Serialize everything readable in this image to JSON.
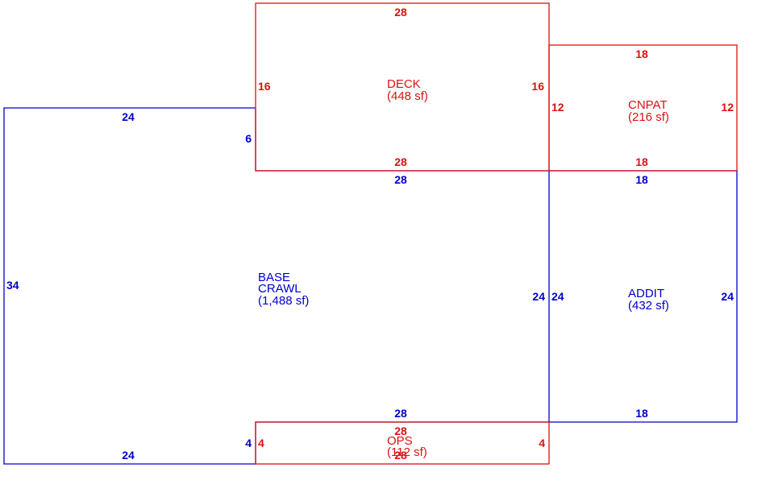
{
  "colors": {
    "blue": "#0000cc",
    "red": "#dd1111"
  },
  "areas": {
    "base": {
      "name1": "BASE",
      "name2": "CRAWL",
      "area": "(1,488 sf)"
    },
    "deck": {
      "name": "DECK",
      "area": "(448 sf)"
    },
    "cnpat": {
      "name": "CNPAT",
      "area": "(216 sf)"
    },
    "addit": {
      "name": "ADDIT",
      "area": "(432 sf)"
    },
    "ops": {
      "name": "OPS",
      "area": "(112 sf)"
    }
  },
  "dims": {
    "base_top_left": "24",
    "base_bottom_left": "24",
    "base_left": "34",
    "base_step": "6",
    "base_mid_top": "28",
    "base_mid_bottom": "28",
    "base_right": "24",
    "base_step_bottom": "4",
    "deck_top": "28",
    "deck_bottom": "28",
    "deck_left": "16",
    "deck_right": "16",
    "cnpat_top": "18",
    "cnpat_bottom": "18",
    "cnpat_left": "12",
    "cnpat_right": "12",
    "addit_top": "18",
    "addit_bottom": "18",
    "addit_left": "24",
    "addit_right": "24",
    "ops_top": "28",
    "ops_bottom": "28",
    "ops_left": "4",
    "ops_right": "4"
  }
}
